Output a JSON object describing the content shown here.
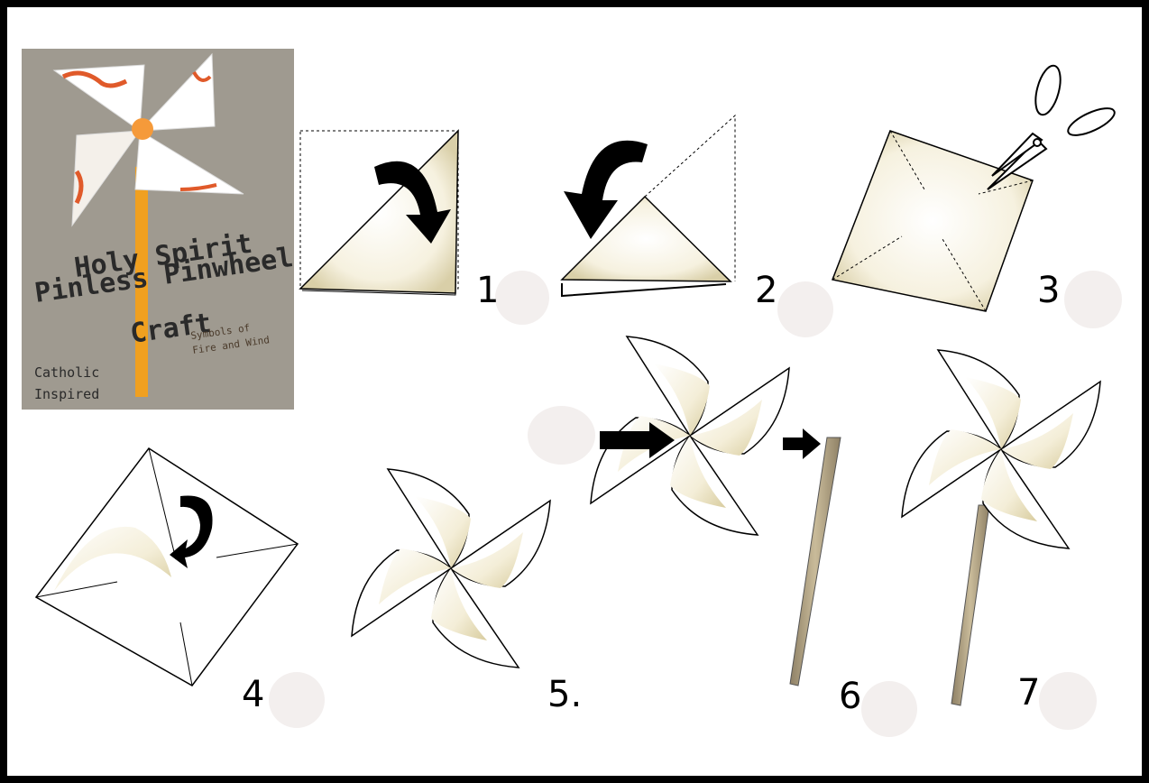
{
  "photo": {
    "title_lines": [
      "Holy Spirit",
      "Pinless Pinwheel",
      "Craft"
    ],
    "subtitle_lines": [
      "Symbols of",
      "Fire and Wind"
    ],
    "brand_lines": [
      "Catholic",
      "Inspired"
    ]
  },
  "steps": [
    {
      "label": "1",
      "icon": "fold-diagonal-arrow"
    },
    {
      "label": "2",
      "icon": "fold-triangle-arrow"
    },
    {
      "label": "3",
      "icon": "scissors-cut"
    },
    {
      "label": "4",
      "icon": "fold-corners-arrow"
    },
    {
      "label": "5.",
      "icon": "pinwheel"
    },
    {
      "label": "6",
      "icon": "pinwheel-attach-stick"
    },
    {
      "label": "7",
      "icon": "finished-pinwheel"
    }
  ],
  "colors": {
    "paper_shade": "#e8dfc2",
    "stick": "#b8a888",
    "photo_bg": "#9a958c",
    "straw": "#f0a020"
  }
}
